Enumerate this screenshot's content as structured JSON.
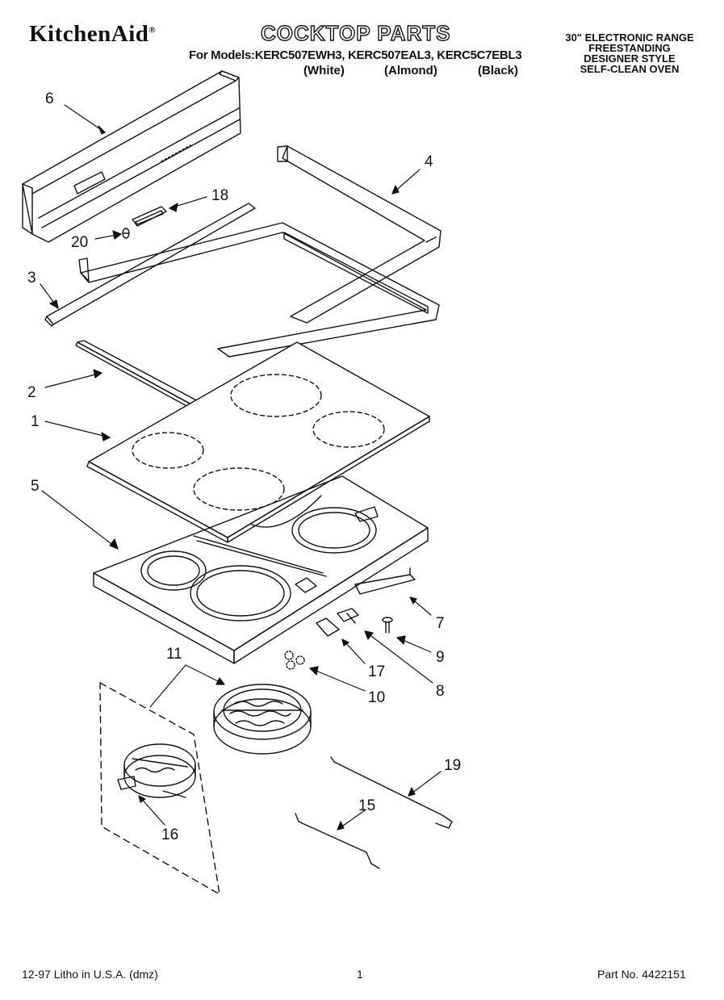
{
  "header": {
    "brand": "KitchenAid",
    "brand_mark": "®",
    "title": "COCKTOP PARTS",
    "models_line": "For Models:KERC507EWH3, KERC507EAL3, KERC5C7EBL3",
    "colors": [
      "(White)",
      "(Almond)",
      "(Black)"
    ],
    "description_lines": [
      "30\" ELECTRONIC RANGE",
      "FREESTANDING",
      "DESIGNER STYLE",
      "SELF-CLEAN OVEN"
    ]
  },
  "callouts": [
    "6",
    "4",
    "18",
    "20",
    "3",
    "2",
    "1",
    "5",
    "7",
    "9",
    "17",
    "8",
    "10",
    "11",
    "19",
    "15",
    "16"
  ],
  "footer": {
    "left": "12-97 Litho in U.S.A. (dmz)",
    "page": "1",
    "part_number": "Part No. 4422151"
  }
}
